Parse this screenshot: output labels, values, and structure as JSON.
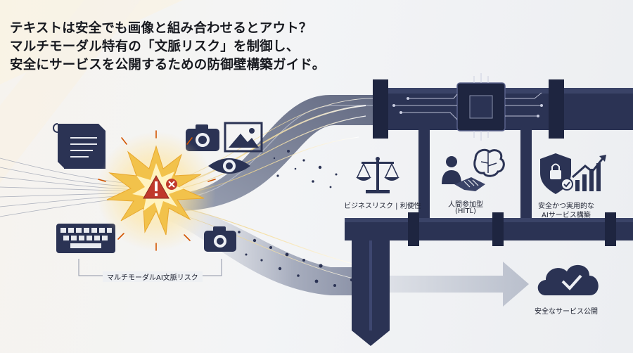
{
  "headline": {
    "line1": "テキストは安全でも画像と組み合わせるとアウト？",
    "line2": "マルチモーダル特有の「文脈リスク」を制御し、",
    "line3": "安全にサービスを公開するための防御壁構築ガイド。"
  },
  "labels": {
    "risk": "マルチモーダルAI文脈リスク",
    "business": "ビジネスリスク | 利便性",
    "hitl_line1": "人間参加型",
    "hitl_line2": "(HITL)",
    "practical_line1": "安全かつ実用的な",
    "practical_line2": "AIサービス構築",
    "public": "安全なサービス公開"
  },
  "colors": {
    "navy": "#2b3354",
    "navy_dark": "#1e2540",
    "pipe_gray": "#8b93a7",
    "warning_red": "#c0392b",
    "burst_yellow": "#f2c24b",
    "arrow_gray": "#c4c9d3"
  },
  "icons": [
    "document-icon",
    "camera-icon",
    "image-icon",
    "eye-icon",
    "keyboard-icon",
    "warning-icon",
    "scale-icon",
    "human-ai-handshake-icon",
    "brain-icon",
    "shield-lock-icon",
    "growth-chart-icon",
    "cloud-check-icon",
    "chip-icon"
  ]
}
